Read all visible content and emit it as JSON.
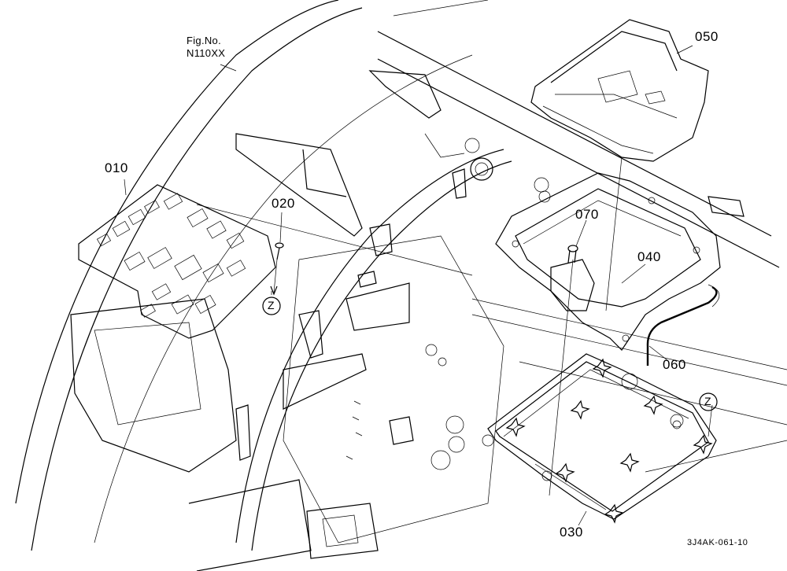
{
  "figure": {
    "line1": "Fig.No.",
    "line2": "N110XX"
  },
  "callouts": [
    {
      "id": "010",
      "text": "010"
    },
    {
      "id": "020",
      "text": "020"
    },
    {
      "id": "030",
      "text": "030"
    },
    {
      "id": "040",
      "text": "040"
    },
    {
      "id": "050",
      "text": "050"
    },
    {
      "id": "060",
      "text": "060"
    },
    {
      "id": "070",
      "text": "070"
    }
  ],
  "view_markers": [
    {
      "id": "z1",
      "text": "Z"
    },
    {
      "id": "z2",
      "text": "Z"
    }
  ],
  "drawing_code": "3J4AK-061-10"
}
